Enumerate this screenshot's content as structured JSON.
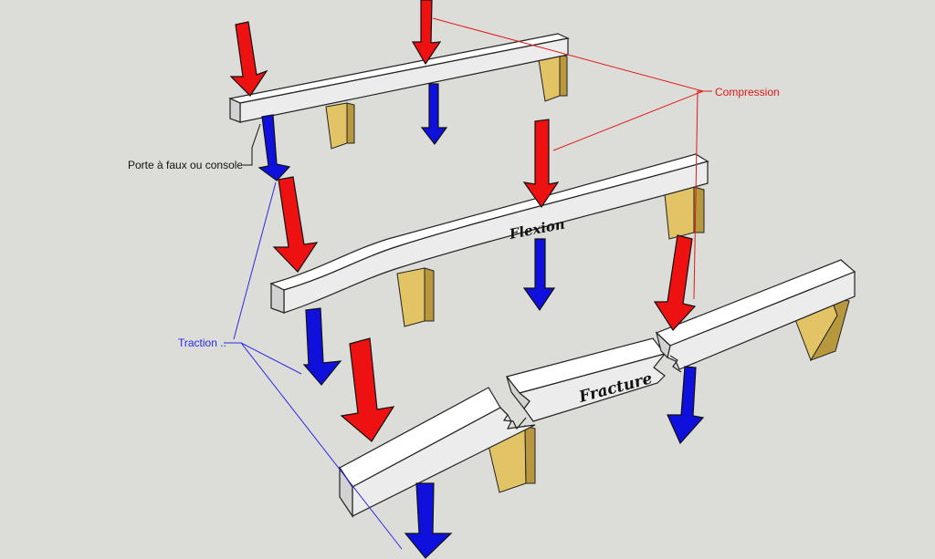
{
  "labels": {
    "compression": "Compression",
    "traction": "Traction ..",
    "cantilever": "Porte à faux ou console",
    "flexion": "Flexion",
    "fracture": "Fracture"
  },
  "colors": {
    "background": "#dcdcd8",
    "compression": "#ee1111",
    "traction": "#1010dd",
    "compression_label": "#e01818",
    "traction_label": "#2a2ae8",
    "support": "#e3c468",
    "beam_top": "#fbfbfb",
    "beam_side": "#ebebeb",
    "beam_end": "#d4d4d4"
  }
}
